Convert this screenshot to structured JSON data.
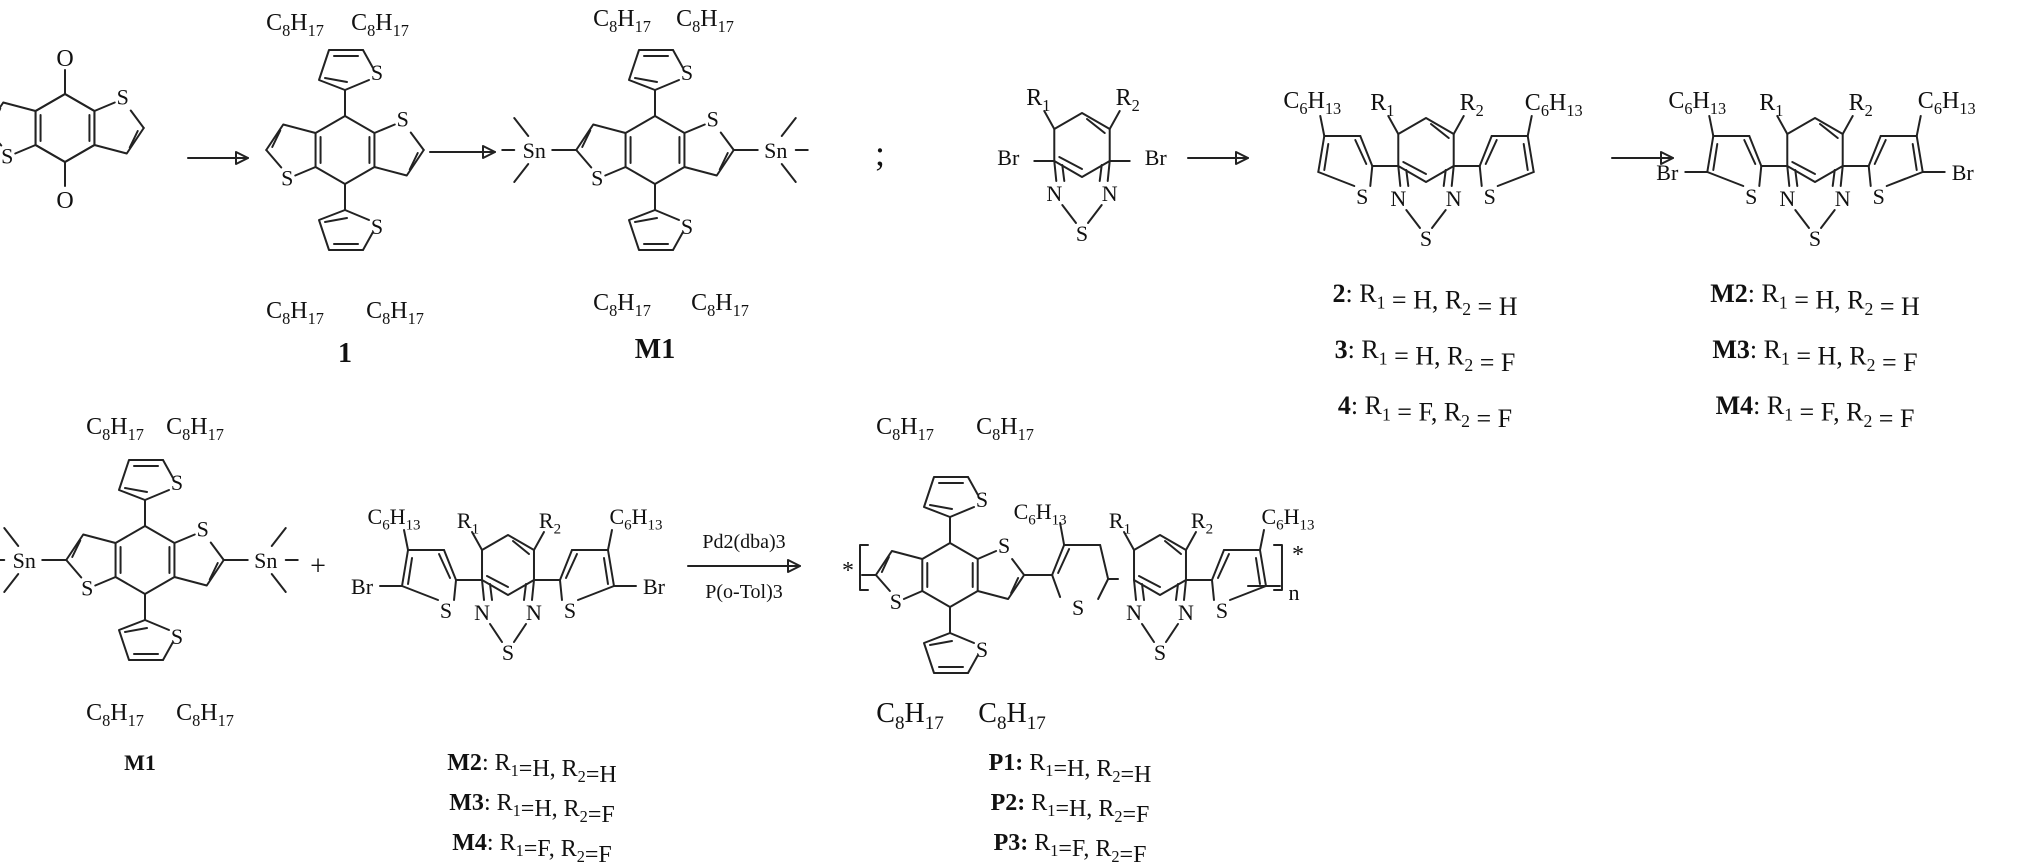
{
  "colors": {
    "ink": "#111111",
    "background": "#ffffff"
  },
  "atoms": {
    "S": "S",
    "O": "O",
    "N": "N",
    "Br": "Br",
    "Sn": "Sn",
    "star": "*",
    "C8": "C",
    "C8sub": "8",
    "H17": "H",
    "H17sub": "17",
    "C6": "C",
    "C6sub": "6",
    "H13": "H",
    "H13sub": "13",
    "R": "R",
    "R1sub": "1",
    "R2sub": "2",
    "n": "n",
    "semicolon": ";",
    "plus": "+"
  },
  "compounds": {
    "c1": {
      "label": "1"
    },
    "m1_top": {
      "label": "M1"
    },
    "m1_bottom": {
      "label": "M1"
    }
  },
  "substitution_table_2": [
    {
      "num": "2",
      "text": ": R1 = H, R2 = H"
    },
    {
      "num": "3",
      "text": ": R1 = H, R2 = F"
    },
    {
      "num": "4",
      "text": ": R1 = F, R2 = F"
    }
  ],
  "substitution_table_M": [
    {
      "num": "M2",
      "text": ": R1 = H, R2 = H"
    },
    {
      "num": "M3",
      "text": ": R1 = H, R2 = F"
    },
    {
      "num": "M4",
      "text": ": R1 = F, R2 = F"
    }
  ],
  "bottom_table_M": [
    {
      "num": "M2",
      "text": ": R1=H, R2=H"
    },
    {
      "num": "M3",
      "text": ": R1=H, R2=F"
    },
    {
      "num": "M4",
      "text": ": R1=F, R2=F"
    }
  ],
  "bottom_table_P": [
    {
      "num": "P1:",
      "text": " R1=H, R2=H"
    },
    {
      "num": "P2:",
      "text": " R1=H, R2=F"
    },
    {
      "num": "P3:",
      "text": " R1=F, R2=F"
    }
  ],
  "conditions": {
    "catalyst": "Pd2(dba)3",
    "ligand": "P(o-Tol)3"
  }
}
